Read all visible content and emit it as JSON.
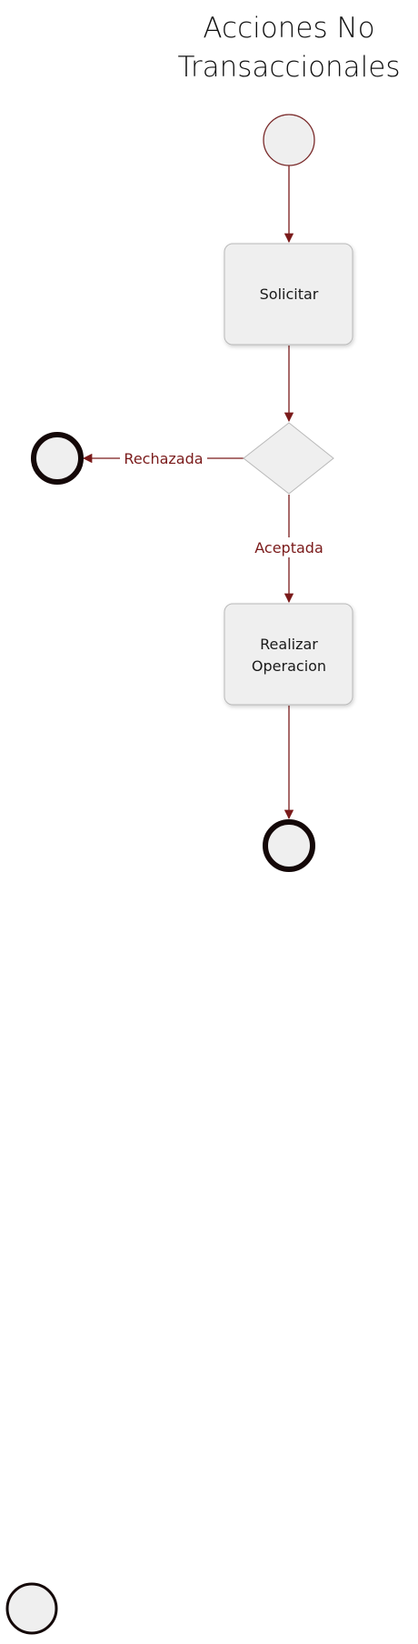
{
  "diagram": {
    "title_lines": [
      "Acciones No",
      "Transaccionales"
    ],
    "nodes": {
      "solicitar": "Solicitar",
      "realizar_lines": [
        "Realizar",
        "Operacion"
      ]
    },
    "edges": {
      "rechazada": "Rechazada",
      "aceptada": "Aceptada"
    }
  },
  "colors": {
    "edge": "#7a1a1a",
    "node_fill": "#efefef",
    "node_border": "#b9b9b9",
    "start_border": "#7a2a2a",
    "end_border": "#140808"
  }
}
